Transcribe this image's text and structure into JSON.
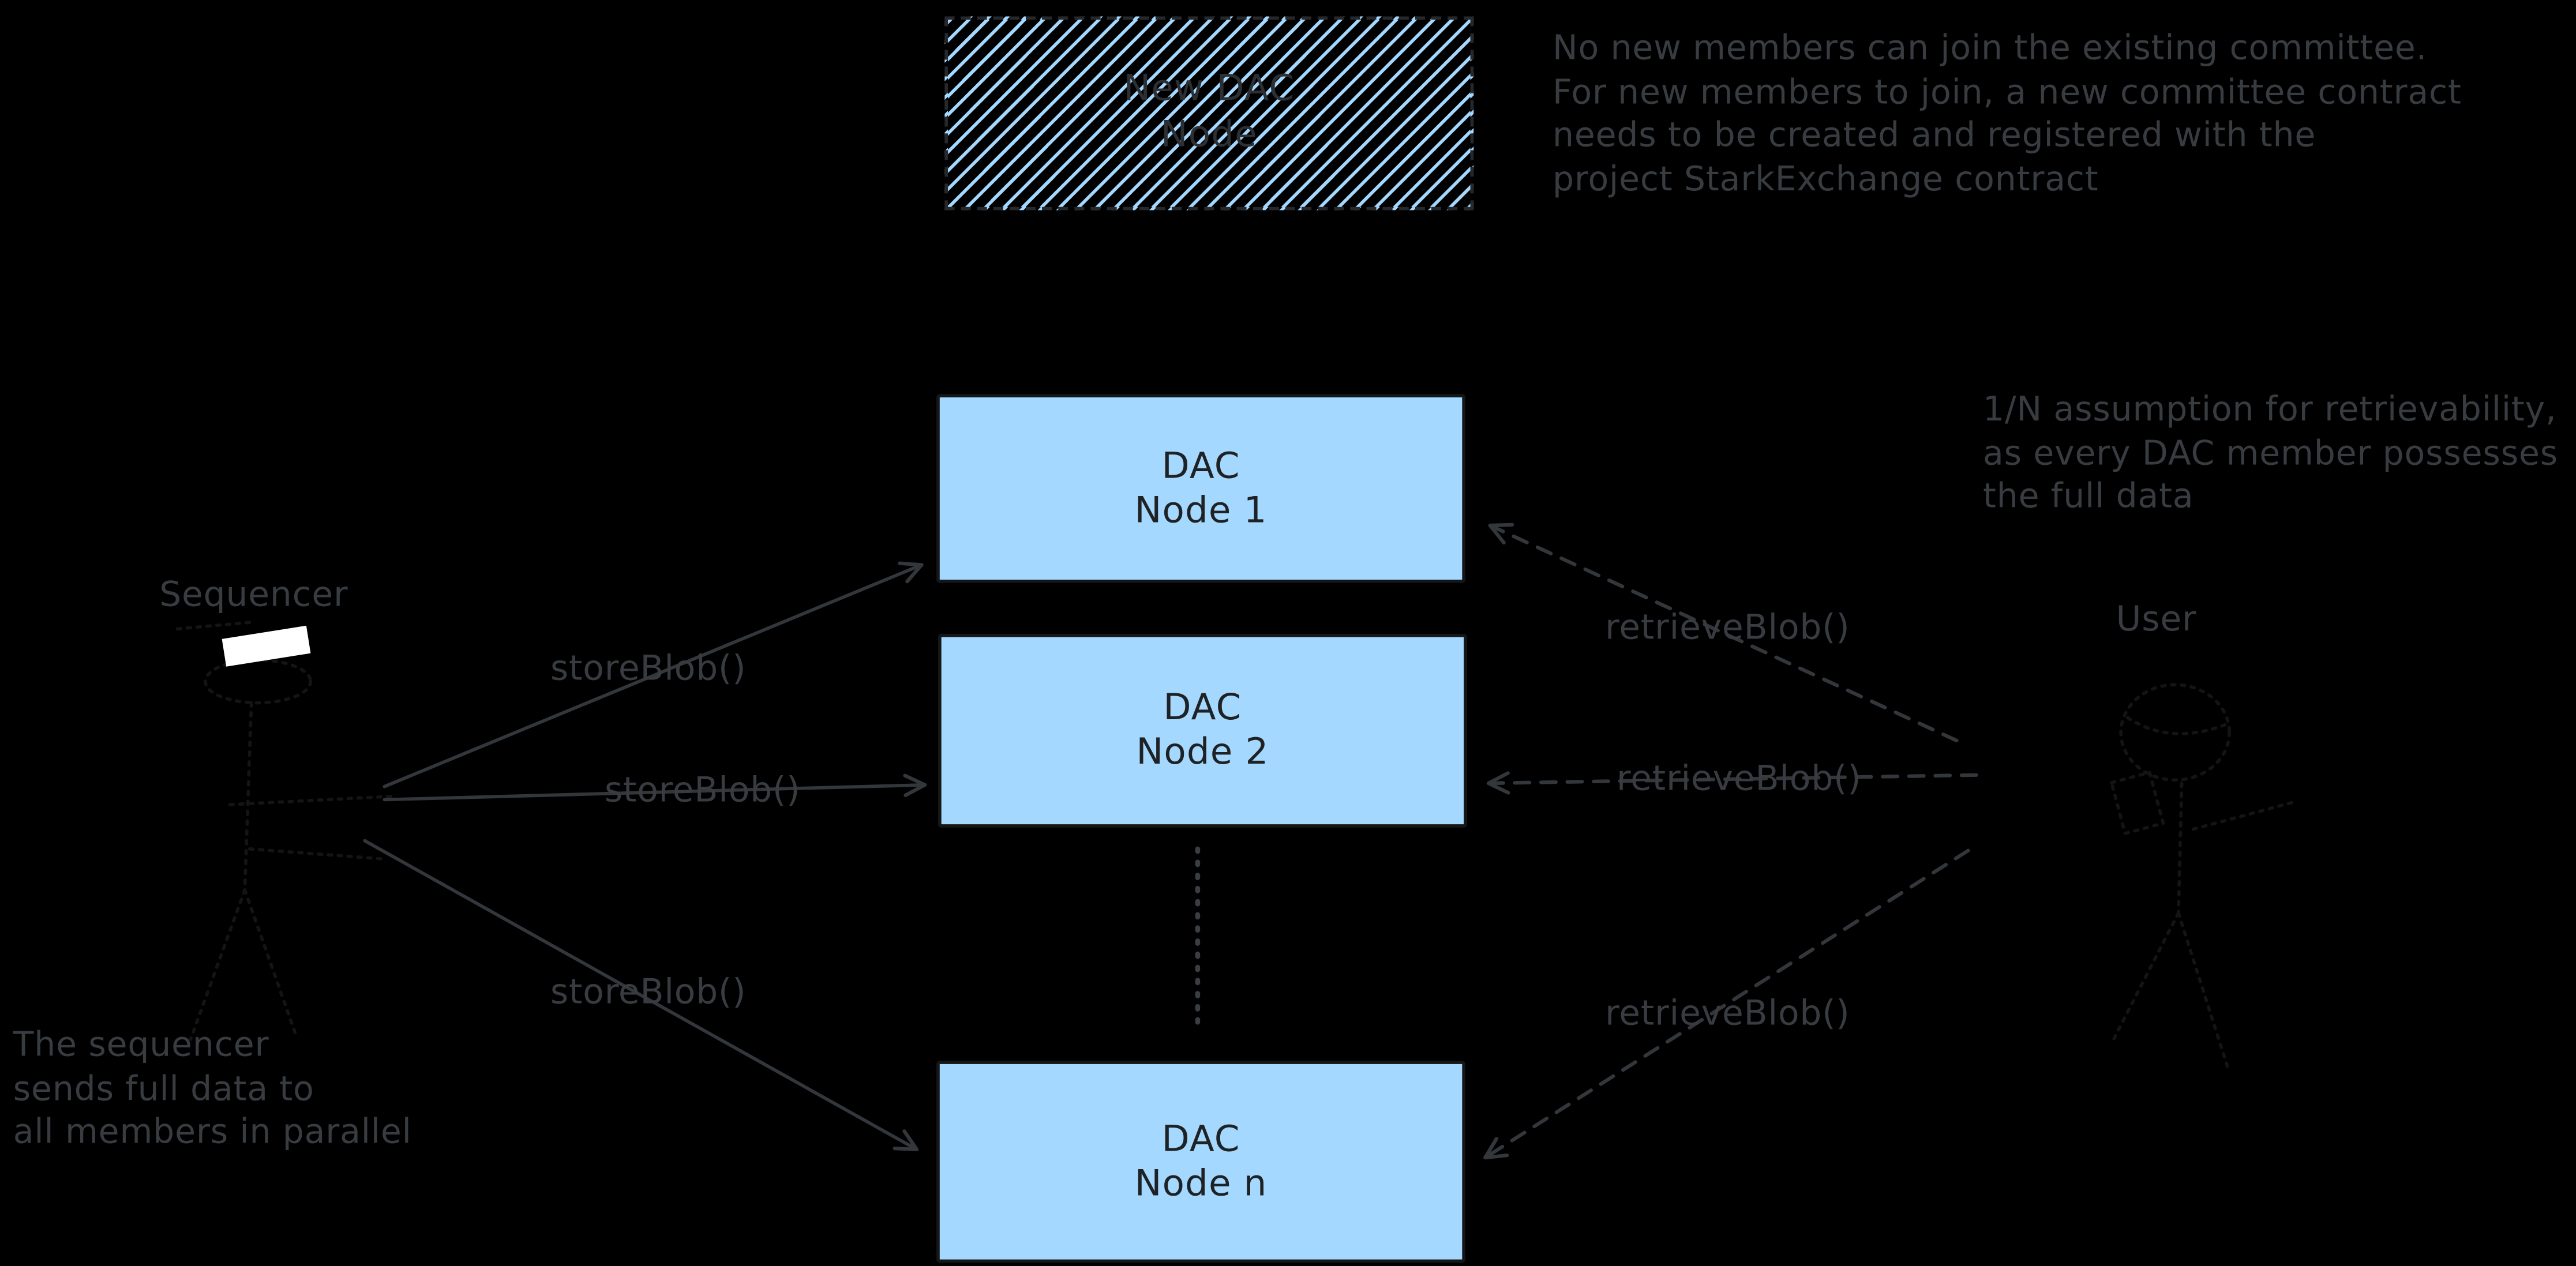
{
  "diagram": {
    "background_color": "#000000",
    "colors": {
      "node_fill": "#a5d8ff",
      "node_border": "#141618",
      "node_text": "#1f2225",
      "annotation_gray": "#383c41",
      "arrow_gray": "#33373b",
      "figure_ink": "#141414",
      "laptop_screen": "#ffffff"
    },
    "new_node_box": {
      "line1": "New DAC",
      "line2": "Node"
    },
    "nodes": [
      {
        "line1": "DAC",
        "line2": "Node 1"
      },
      {
        "line1": "DAC",
        "line2": "Node 2"
      },
      {
        "line1": "DAC",
        "line2": "Node n"
      }
    ],
    "actors": {
      "sequencer": "Sequencer",
      "user": "User"
    },
    "calls": {
      "store": [
        "storeBlob()",
        "storeBlob()",
        "storeBlob()"
      ],
      "retrieve": [
        "retrieveBlob()",
        "retrieveBlob()",
        "retrieveBlob()"
      ]
    },
    "notes": {
      "committee": {
        "lines": [
          "No new members can join the existing committee.",
          "For new members to join, a new committee contract",
          "needs to be created and registered with the",
          "project StarkExchange contract"
        ]
      },
      "retrievability": {
        "lines": [
          "1/N assumption for retrievability,",
          "as every DAC member possesses",
          "the full data"
        ]
      },
      "parallel": {
        "lines": [
          "The sequencer",
          "sends full data to",
          "all members in parallel"
        ]
      }
    }
  }
}
